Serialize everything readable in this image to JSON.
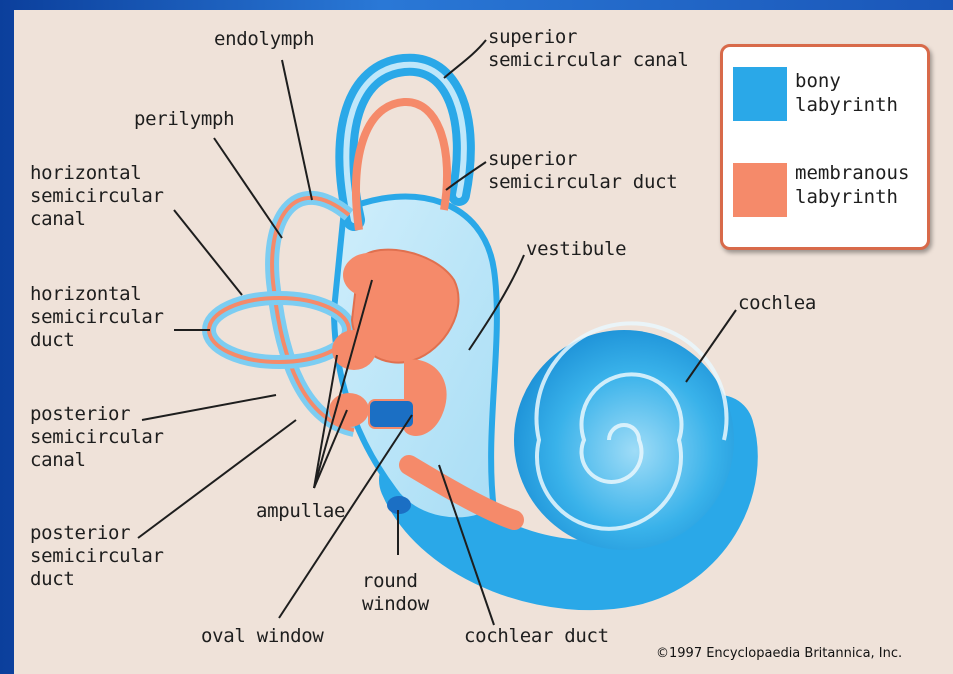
{
  "labels": {
    "endolymph": "endolymph",
    "perilymph": "perilymph",
    "horizontal_semicircular_canal": "horizontal\nsemicircular\ncanal",
    "horizontal_semicircular_duct": "horizontal\nsemicircular\nduct",
    "posterior_semicircular_canal": "posterior\nsemicircular\ncanal",
    "posterior_semicircular_duct": "posterior\nsemicircular\nduct",
    "ampullae": "ampullae",
    "oval_window": "oval window",
    "round_window": "round\nwindow",
    "cochlear_duct": "cochlear duct",
    "superior_semicircular_canal": "superior\nsemicircular canal",
    "superior_semicircular_duct": "superior\nsemicircular duct",
    "vestibule": "vestibule",
    "cochlea": "cochlea"
  },
  "legend": {
    "bony": "bony\nlabyrinth",
    "membranous": "membranous\nlabyrinth"
  },
  "copyright": "©1997 Encyclopaedia Britannica, Inc.",
  "colors": {
    "bony": "#2aa8e8",
    "membranous": "#f58a6a",
    "legend_border": "#d86a4a",
    "background": "#efe2d9"
  }
}
